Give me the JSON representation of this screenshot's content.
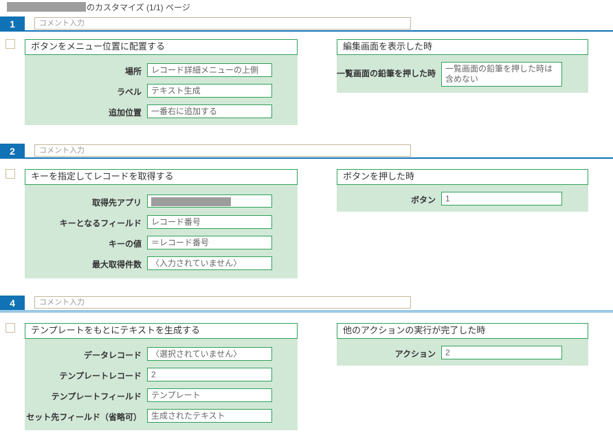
{
  "page": {
    "app_name_redacted": true,
    "title_suffix": "のカスタマイズ (1/1) ページ"
  },
  "colors": {
    "badge_blue": "#1172b5",
    "divider_blue": "#1172b5",
    "divider_light_blue": "#9cc8e6",
    "panel_border_green": "#2da156",
    "panel_body_green": "#d2e8d7",
    "comment_border_tan": "#c3b59a",
    "redacted_gray": "#9d9d9d"
  },
  "sections": [
    {
      "number": "1",
      "comment_placeholder": "コメント入力",
      "action": {
        "title": "ボタンをメニュー位置に配置する",
        "fields": [
          {
            "label": "場所",
            "value": "レコード詳細メニューの上側"
          },
          {
            "label": "ラベル",
            "value": "テキスト生成"
          },
          {
            "label": "追加位置",
            "value": "一番右に追加する"
          }
        ]
      },
      "trigger": {
        "title": "編集画面を表示した時",
        "fields": [
          {
            "label": "一覧画面の鉛筆を押した時",
            "value": "一覧画面の鉛筆を押した時は含めない"
          }
        ]
      }
    },
    {
      "number": "2",
      "comment_placeholder": "コメント入力",
      "action": {
        "title": "キーを指定してレコードを取得する",
        "fields": [
          {
            "label": "取得先アプリ",
            "value": "",
            "redacted": true
          },
          {
            "label": "キーとなるフィールド",
            "value": "レコード番号"
          },
          {
            "label": "キーの値",
            "value": "＝レコード番号"
          },
          {
            "label": "最大取得件数",
            "value": "〈入力されていません〉"
          }
        ]
      },
      "trigger": {
        "title": "ボタンを押した時",
        "fields": [
          {
            "label": "ボタン",
            "value": "1"
          }
        ]
      }
    },
    {
      "number": "4",
      "comment_placeholder": "コメント入力",
      "action": {
        "title": "テンプレートをもとにテキストを生成する",
        "fields": [
          {
            "label": "データレコード",
            "value": "〈選択されていません〉"
          },
          {
            "label": "テンプレートレコード",
            "value": "2"
          },
          {
            "label": "テンプレートフィールド",
            "value": "テンプレート"
          },
          {
            "label": "セット先フィールド（省略可）",
            "value": "生成されたテキスト"
          }
        ]
      },
      "trigger": {
        "title": "他のアクションの実行が完了した時",
        "fields": [
          {
            "label": "アクション",
            "value": "2"
          }
        ]
      }
    }
  ]
}
